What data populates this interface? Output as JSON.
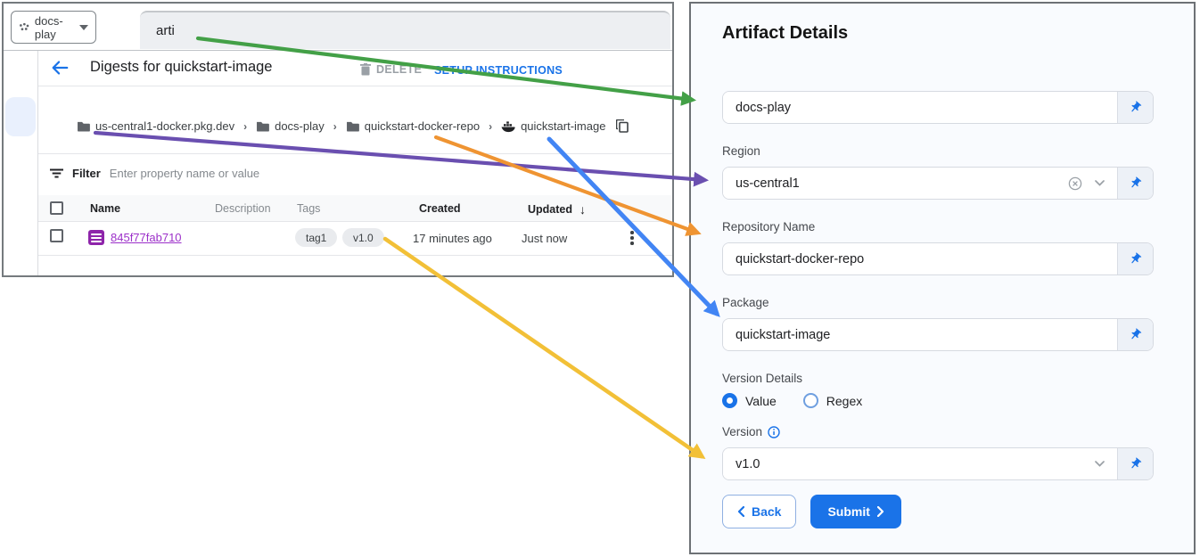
{
  "left": {
    "topbar": {
      "project": "docs-play",
      "search_value": "arti"
    },
    "header": {
      "title": "Digests for quickstart-image",
      "delete_label": "DELETE",
      "setup_label": "SETUP INSTRUCTIONS"
    },
    "breadcrumb": {
      "items": [
        {
          "label": "us-central1-docker.pkg.dev",
          "icon": "folder-icon"
        },
        {
          "label": "docs-play",
          "icon": "folder-icon"
        },
        {
          "label": "quickstart-docker-repo",
          "icon": "folder-icon"
        },
        {
          "label": "quickstart-image",
          "icon": "container-image-icon"
        }
      ],
      "separator": "›"
    },
    "filter": {
      "label": "Filter",
      "placeholder": "Enter property name or value"
    },
    "table": {
      "columns": [
        "Name",
        "Description",
        "Tags",
        "Created",
        "Updated"
      ],
      "sorted_column": "Updated",
      "row": {
        "name": "845f77fab710",
        "description": "",
        "tags": [
          "tag1",
          "v1.0"
        ],
        "created": "17 minutes ago",
        "updated": "Just now"
      }
    }
  },
  "panel": {
    "title": "Artifact Details",
    "fields": {
      "project": {
        "label": "",
        "value": "docs-play"
      },
      "region": {
        "label": "Region",
        "value": "us-central1"
      },
      "repository": {
        "label": "Repository Name",
        "value": "quickstart-docker-repo"
      },
      "package": {
        "label": "Package",
        "value": "quickstart-image"
      },
      "version_details": {
        "label": "Version Details",
        "option_value": "Value",
        "option_regex": "Regex",
        "selected": "Value"
      },
      "version": {
        "label": "Version",
        "value": "v1.0"
      }
    },
    "buttons": {
      "back": "Back",
      "submit": "Submit"
    }
  },
  "arrows": {
    "green": "#43a047",
    "purple": "#6a4fb0",
    "orange": "#ef9432",
    "blue": "#4285f4",
    "yellow": "#f2c037"
  },
  "colors": {
    "accent": "#1a73e8",
    "link_purple": "#9c30c9",
    "panel_bg": "#f9fbfe",
    "tag_pill_bg": "#e9ebee"
  },
  "icons": [
    "project-switcher-icon",
    "chevron-down-icon",
    "back-arrow-icon",
    "trash-icon",
    "folder-icon",
    "container-image-icon",
    "copy-icon",
    "filter-icon",
    "sort-desc-icon",
    "overflow-menu-icon",
    "checkbox",
    "digest-icon",
    "pin-icon",
    "clear-icon",
    "info-icon"
  ]
}
